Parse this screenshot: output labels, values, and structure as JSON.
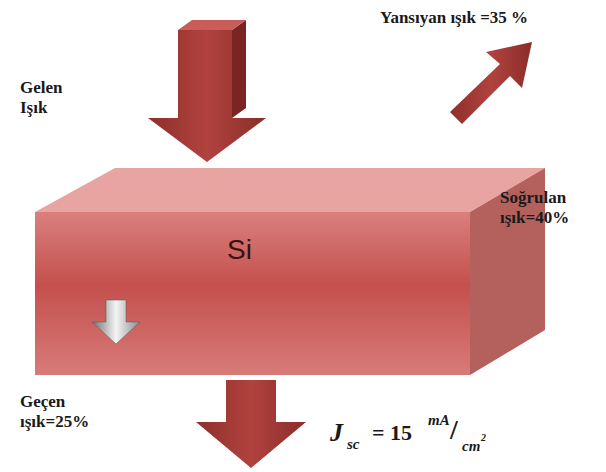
{
  "diagram": {
    "nodes": [
      {
        "text": [
          "Si"
        ]
      }
    ],
    "labels": [
      "Yansıyan ışık =35 %",
      "Gelen Işık",
      "Soğrulan ışık=40%",
      "Geçen ışık=25%",
      "J",
      "sc",
      "= 15",
      "mA",
      "/",
      "cm",
      "2"
    ]
  }
}
